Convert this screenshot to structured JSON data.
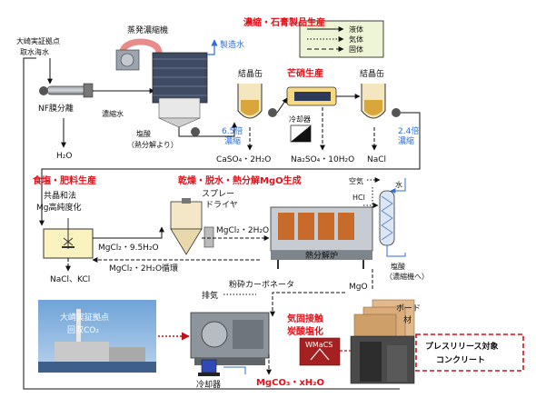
{
  "legend": {
    "liquid": "液体",
    "gas": "気体",
    "solid": "固体"
  },
  "top": {
    "source": [
      "大崎実証拠点",
      "取水海水"
    ],
    "nf": "NF膜分離",
    "h2o": "H₂O",
    "evaporator": "蒸発濃縮機",
    "product_water": "製造水",
    "conc_water": "濃縮水",
    "hcl_note": [
      "塩酸",
      "（熱分解より）"
    ],
    "section_title": "濃縮・石膏製品生産",
    "crystal1": "結晶缶",
    "crystal2": "結晶缶",
    "mirabilite_title": "芒硝生産",
    "cooler": "冷却器",
    "ratio1": [
      "6.5倍",
      "濃縮"
    ],
    "ratio2": [
      "2.4倍",
      "濃縮"
    ],
    "caso4": "CaSO₄・2H₂O",
    "na2so4": "Na₂SO₄・10H₂O",
    "nacl": "NaCl"
  },
  "middle": {
    "salt_title": "食塩・肥料生産",
    "method": [
      "共晶和法",
      "Mg高純度化"
    ],
    "mgcl_95": "MgCl₂・9.5H₂O",
    "recycle": "MgCl₂・2H₂O循環",
    "nacl_kcl": "NaCl、KCl",
    "dry_title": "乾燥・脱水・熱分解MgO生成",
    "spray": [
      "スプレー",
      "ドライヤ"
    ],
    "mgcl_2": "MgCl₂・2H₂O",
    "furnace": "熱分解炉",
    "air": "空気",
    "water": "水",
    "hcl": "HCl",
    "hcl_out": [
      "塩酸",
      "（濃縮機へ）"
    ],
    "mgo": "MgO"
  },
  "bottom": {
    "exhaust": "排気",
    "crushed": "粉砕カーボネータ",
    "photo_text": [
      "大崎実証拠点",
      "回収CO₂"
    ],
    "carbonation_title": [
      "気固接触",
      "炭酸塩化"
    ],
    "board": [
      "ボード",
      "材"
    ],
    "cooler": "冷却器",
    "product": "MgCO₃・xH₂O",
    "wmacs": "WMaCS",
    "release": [
      "プレスリリース対象",
      "コンクリート"
    ]
  }
}
